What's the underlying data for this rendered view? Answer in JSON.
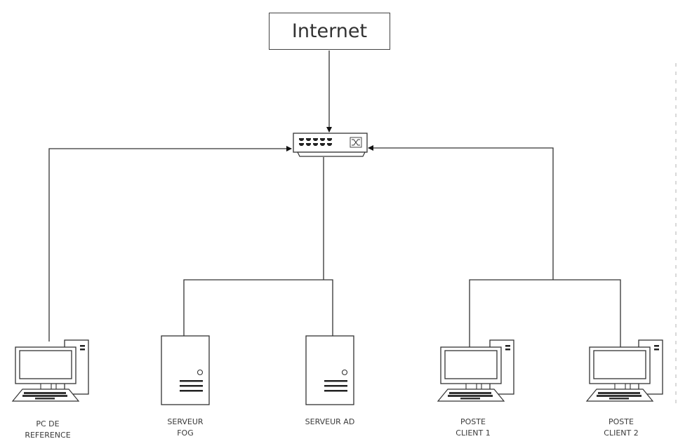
{
  "diagram": {
    "type": "network-topology",
    "internet": {
      "label": "Internet"
    },
    "switch": {
      "icon": "network-switch-icon"
    },
    "nodes": [
      {
        "id": "pc-reference",
        "label": "PC DE\nREFERENCE",
        "icon": "desktop-computer-icon"
      },
      {
        "id": "server-fog",
        "label": "SERVEUR\nFOG",
        "icon": "server-tower-icon"
      },
      {
        "id": "server-ad",
        "label": "SERVEUR AD",
        "icon": "server-tower-icon"
      },
      {
        "id": "client-1",
        "label": "POSTE\nCLIENT 1",
        "icon": "desktop-computer-icon"
      },
      {
        "id": "client-2",
        "label": "POSTE\nCLIENT 2",
        "icon": "desktop-computer-icon"
      }
    ],
    "edges": [
      {
        "from": "internet",
        "to": "switch"
      },
      {
        "from": "pc-reference",
        "to": "switch"
      },
      {
        "from": "switch",
        "to": "server-fog"
      },
      {
        "from": "switch",
        "to": "server-ad"
      },
      {
        "from": "client-1",
        "to": "switch"
      },
      {
        "from": "client-2",
        "to": "switch"
      }
    ]
  }
}
